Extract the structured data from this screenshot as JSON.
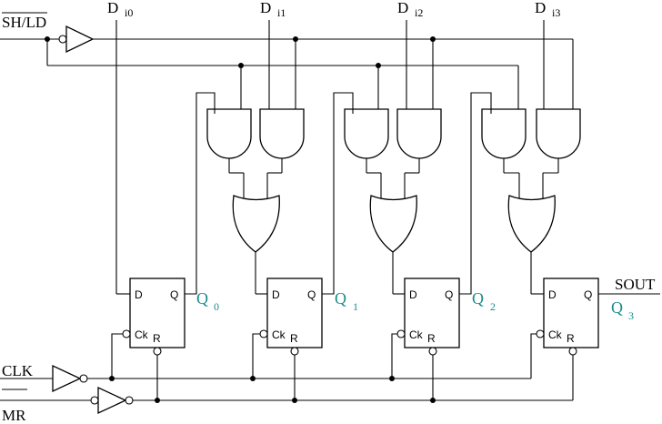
{
  "colors": {
    "wire": "#000000",
    "output_label": "#1a8c8c"
  },
  "labels": {
    "shld": "SH/LD",
    "clk": "CLK",
    "mr": "MR",
    "sout": "SOUT"
  },
  "inputs": [
    {
      "main": "D",
      "sub": "i0"
    },
    {
      "main": "D",
      "sub": "i1"
    },
    {
      "main": "D",
      "sub": "i2"
    },
    {
      "main": "D",
      "sub": "i3"
    }
  ],
  "flipflops": [
    {
      "d": "D",
      "q": "Q",
      "ck": "Ck",
      "r": "R",
      "out_main": "Q",
      "out_sub": "0"
    },
    {
      "d": "D",
      "q": "Q",
      "ck": "Ck",
      "r": "R",
      "out_main": "Q",
      "out_sub": "1"
    },
    {
      "d": "D",
      "q": "Q",
      "ck": "Ck",
      "r": "R",
      "out_main": "Q",
      "out_sub": "2"
    },
    {
      "d": "D",
      "q": "Q",
      "ck": "Ck",
      "r": "R",
      "out_main": "Q",
      "out_sub": "3"
    }
  ]
}
